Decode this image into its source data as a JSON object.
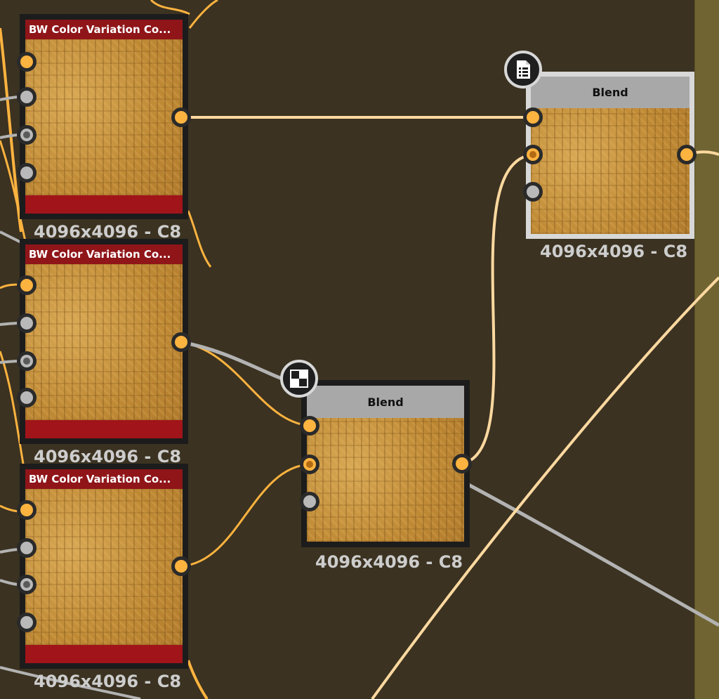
{
  "graph": {
    "nodes": [
      {
        "id": "n1",
        "title": "BW Color Variation Co...",
        "size_label": "4096x4096 - C8"
      },
      {
        "id": "n2",
        "title": "BW Color Variation Co...",
        "size_label": "4096x4096 - C8"
      },
      {
        "id": "n3",
        "title": "BW Color Variation Co...",
        "size_label": "4096x4096 - C8"
      },
      {
        "id": "n4",
        "title": "Blend",
        "size_label": "4096x4096 - C8",
        "badge_icon": "checkerboard-icon"
      },
      {
        "id": "n5",
        "title": "Blend",
        "size_label": "4096x4096 - C8",
        "badge_icon": "document-list-icon"
      }
    ]
  },
  "colors": {
    "canvas_bg": "#3b3221",
    "header_red": "#8f1519",
    "header_gray": "#a8a8a8",
    "port_orange": "#fdb33f",
    "port_gray": "#b9b9b9",
    "wire_orange": "#fdb33f",
    "wire_cream": "#ffd9a0",
    "wire_gray": "#b3b3b3"
  }
}
